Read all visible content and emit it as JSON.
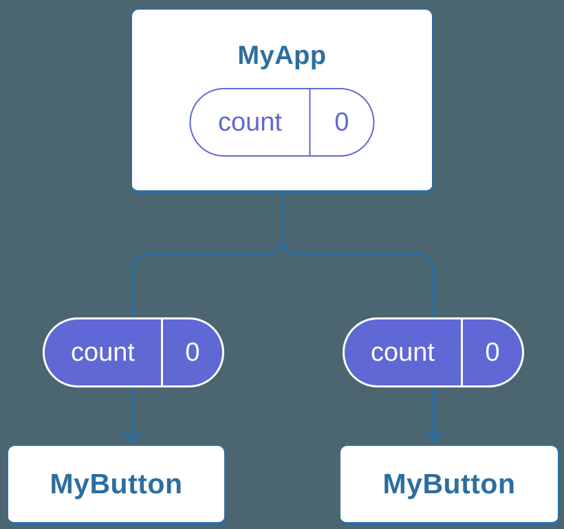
{
  "diagram": {
    "colors": {
      "background": "#4C6671",
      "line_blue": "#2D6E9E",
      "purple": "#5F68D4",
      "card_white": "#FFFFFF"
    },
    "root": {
      "title": "MyApp",
      "state": {
        "label": "count",
        "value": "0"
      }
    },
    "props": [
      {
        "label": "count",
        "value": "0"
      },
      {
        "label": "count",
        "value": "0"
      }
    ],
    "children": [
      {
        "title": "MyButton"
      },
      {
        "title": "MyButton"
      }
    ]
  }
}
